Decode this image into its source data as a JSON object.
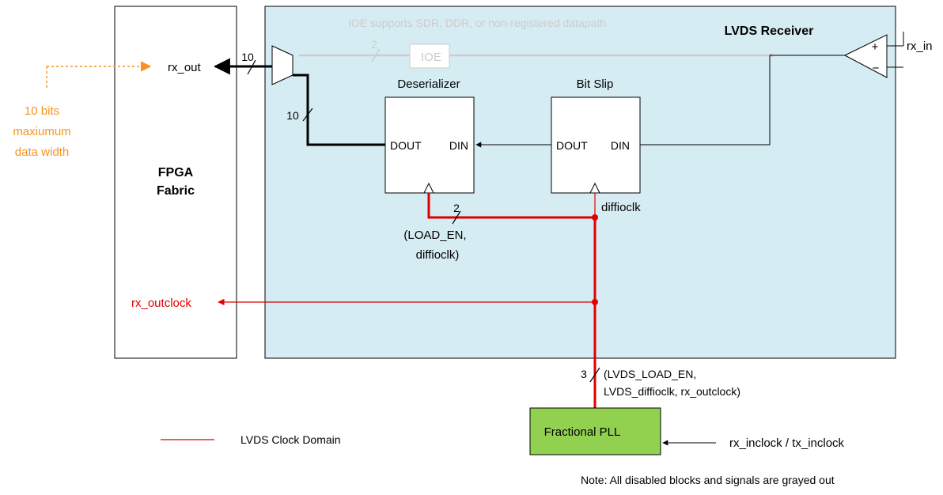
{
  "colors": {
    "receiver_bg": "#d6ecf3",
    "pll_bg": "#92d050",
    "clock_red": "#e00000",
    "note_orange": "#f7931e",
    "disabled_gray": "#cccccc"
  },
  "receiver": {
    "title": "LVDS Receiver",
    "ioe_note": "IOE supports SDR, DDR, or non-registered datapath",
    "ioe_label": "IOE",
    "ioe_width": "2"
  },
  "fabric": {
    "line1": "FPGA",
    "line2": "Fabric",
    "rx_out": "rx_out",
    "rx_outclock": "rx_outclock"
  },
  "width_note": {
    "line1": "10 bits",
    "line2": "maxiumum",
    "line3": "data width"
  },
  "deserializer": {
    "title": "Deserializer",
    "dout": "DOUT",
    "din": "DIN",
    "clk_width": "2",
    "clk_label_line1": "(LOAD_EN,",
    "clk_label_line2": "diffioclk)"
  },
  "bitslip": {
    "title": "Bit Slip",
    "dout": "DOUT",
    "din": "DIN",
    "clk_label": "diffioclk"
  },
  "buses": {
    "out_width": "10",
    "mux_width": "10",
    "pll_width": "3",
    "pll_label_line1": "(LVDS_LOAD_EN,",
    "pll_label_line2": "LVDS_diffioclk, rx_outclock)"
  },
  "buffer": {
    "plus": "+",
    "minus": "−",
    "rx_in": "rx_in"
  },
  "pll": {
    "label": "Fractional PLL",
    "input_label": "rx_inclock / tx_inclock"
  },
  "legend": {
    "label": "LVDS Clock Domain"
  },
  "note": "Note: All disabled blocks and signals are grayed out"
}
